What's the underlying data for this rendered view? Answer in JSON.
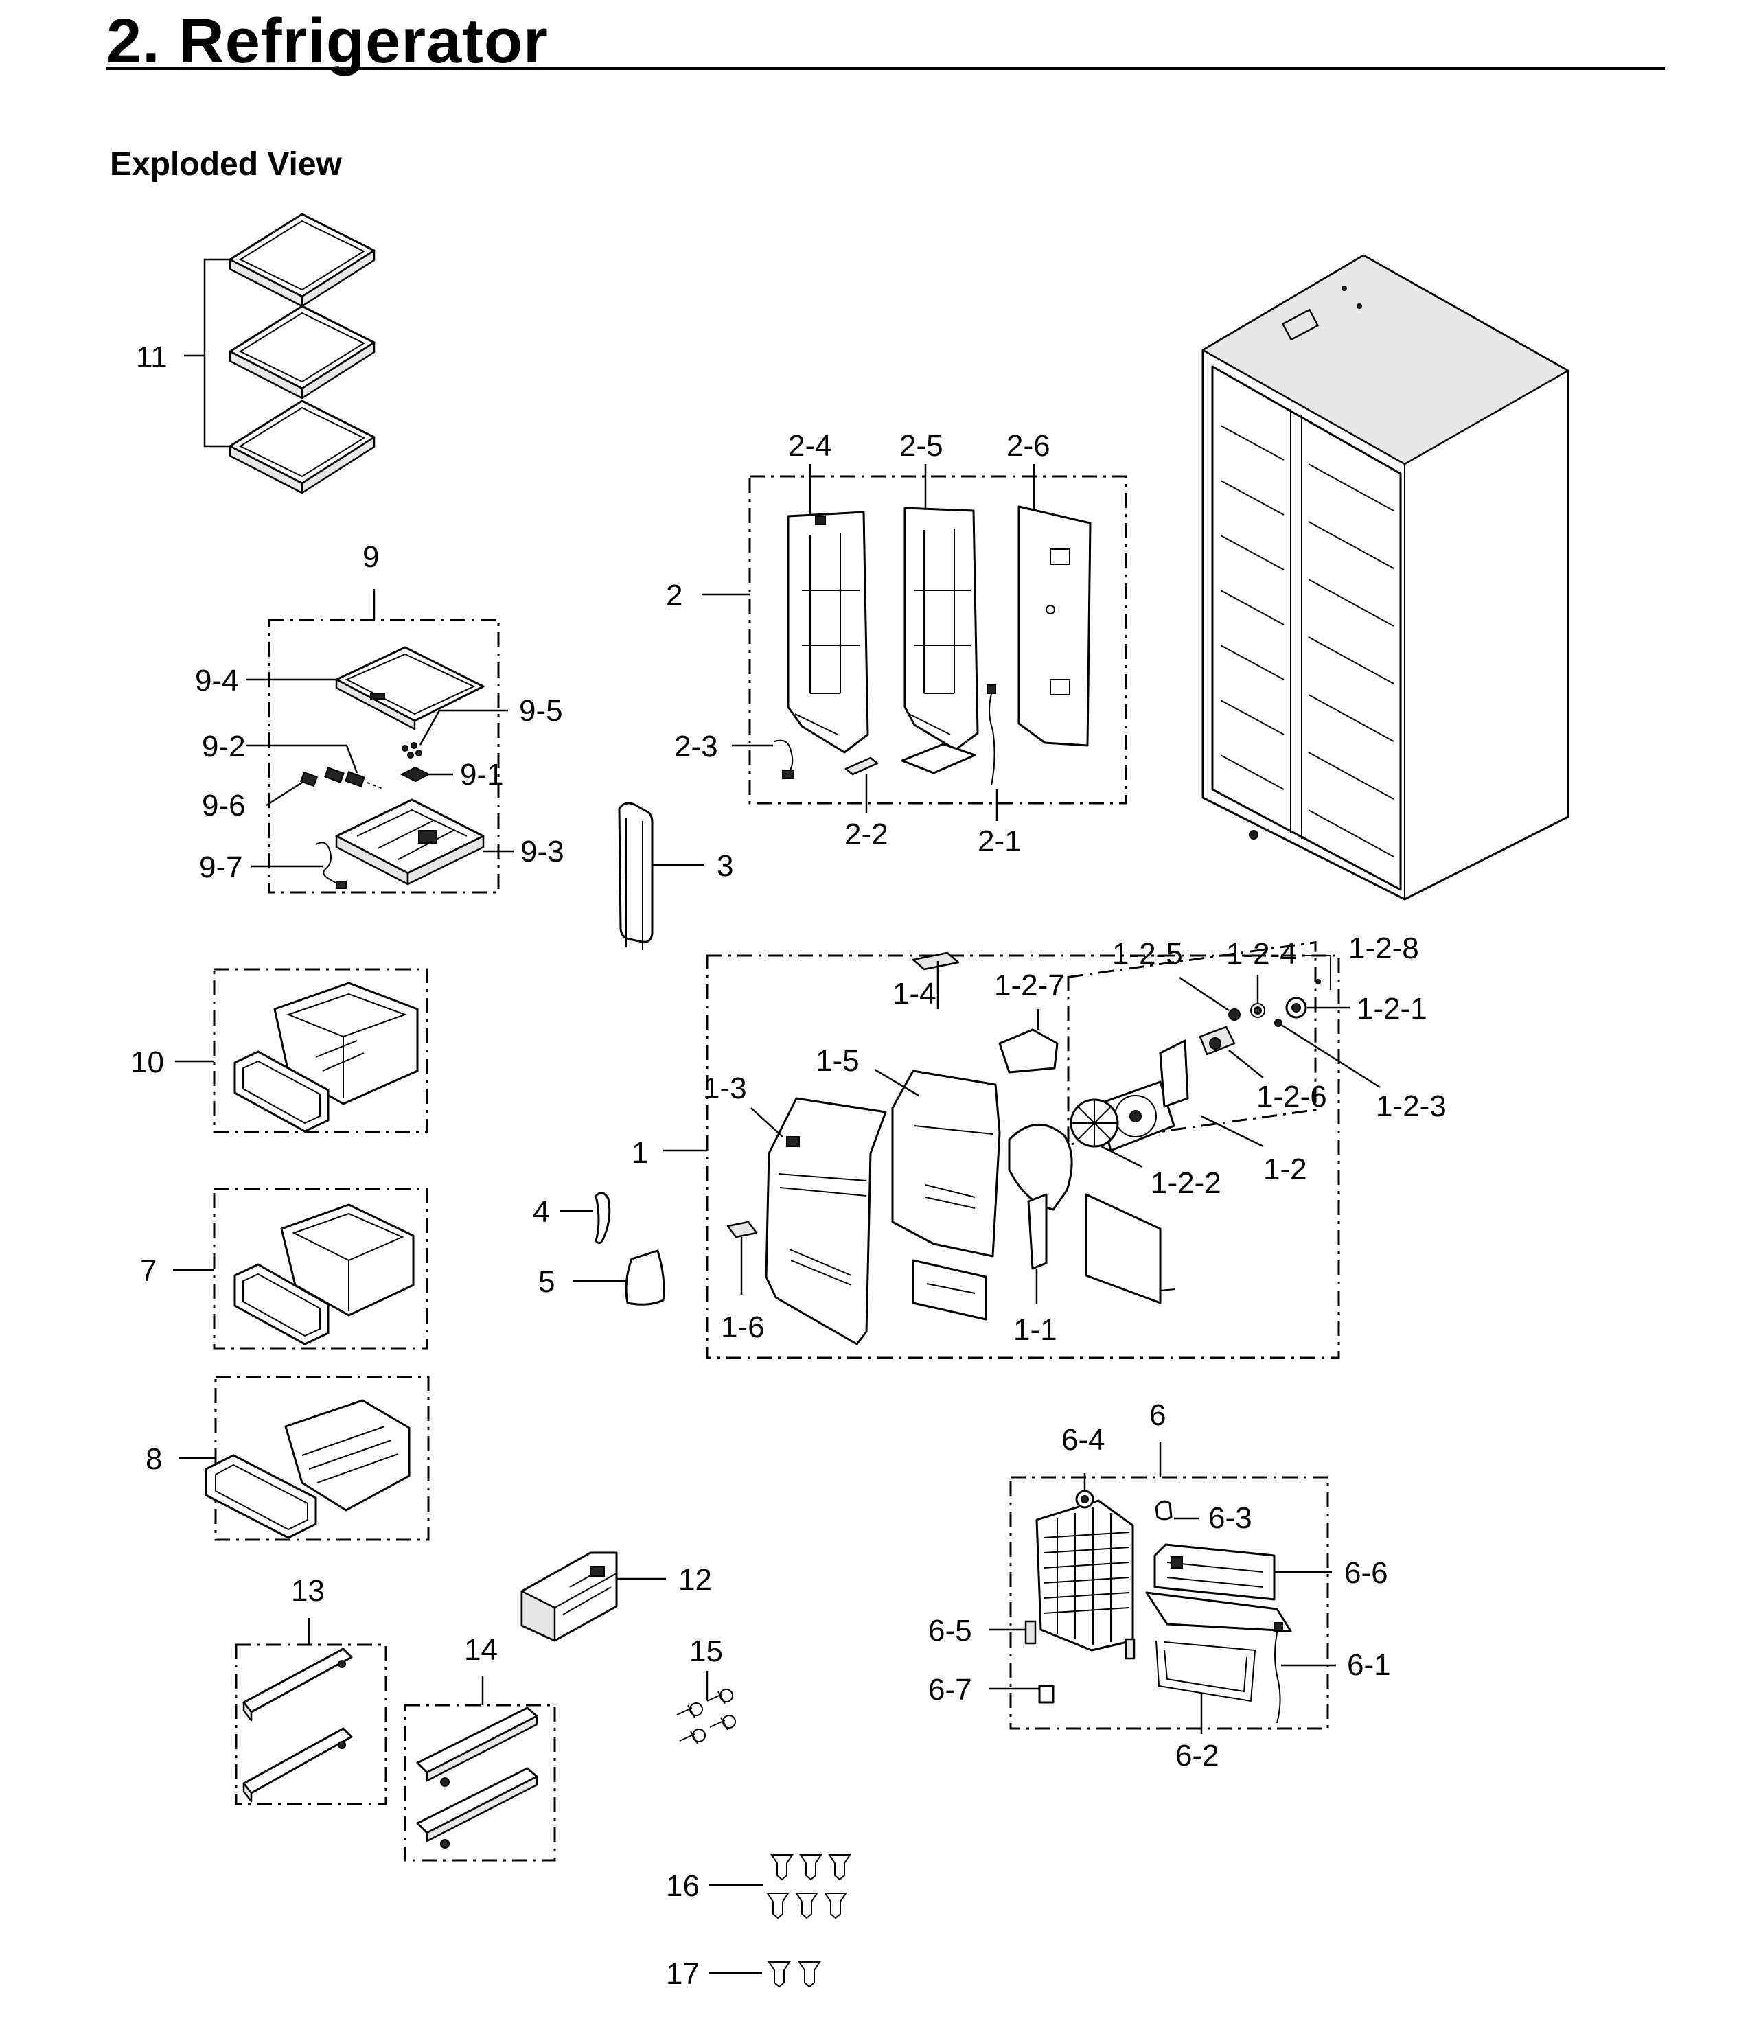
{
  "heading": {
    "title": "2.  Refrigerator",
    "subtitle": "Exploded View"
  },
  "callouts": {
    "c11": "11",
    "c9": "9",
    "c9_1": "9-1",
    "c9_2": "9-2",
    "c9_3": "9-3",
    "c9_4": "9-4",
    "c9_5": "9-5",
    "c9_6": "9-6",
    "c9_7": "9-7",
    "c10": "10",
    "c7": "7",
    "c8": "8",
    "c2": "2",
    "c2_1": "2-1",
    "c2_2": "2-2",
    "c2_3": "2-3",
    "c2_4": "2-4",
    "c2_5": "2-5",
    "c2_6": "2-6",
    "c3": "3",
    "c4": "4",
    "c5": "5",
    "c1": "1",
    "c1_1": "1-1",
    "c1_2": "1-2",
    "c1_3": "1-3",
    "c1_4": "1-4",
    "c1_5": "1-5",
    "c1_6": "1-6",
    "c1_2_1": "1-2-1",
    "c1_2_2": "1-2-2",
    "c1_2_3": "1-2-3",
    "c1_2_4": "1-2-4",
    "c1_2_5": "1-2-5",
    "c1_2_6": "1-2-6",
    "c1_2_7": "1-2-7",
    "c1_2_8": "1-2-8",
    "c6": "6",
    "c6_1": "6-1",
    "c6_2": "6-2",
    "c6_3": "6-3",
    "c6_4": "6-4",
    "c6_5": "6-5",
    "c6_6": "6-6",
    "c6_7": "6-7",
    "c12": "12",
    "c13": "13",
    "c14": "14",
    "c15": "15",
    "c16": "16",
    "c17": "17"
  }
}
